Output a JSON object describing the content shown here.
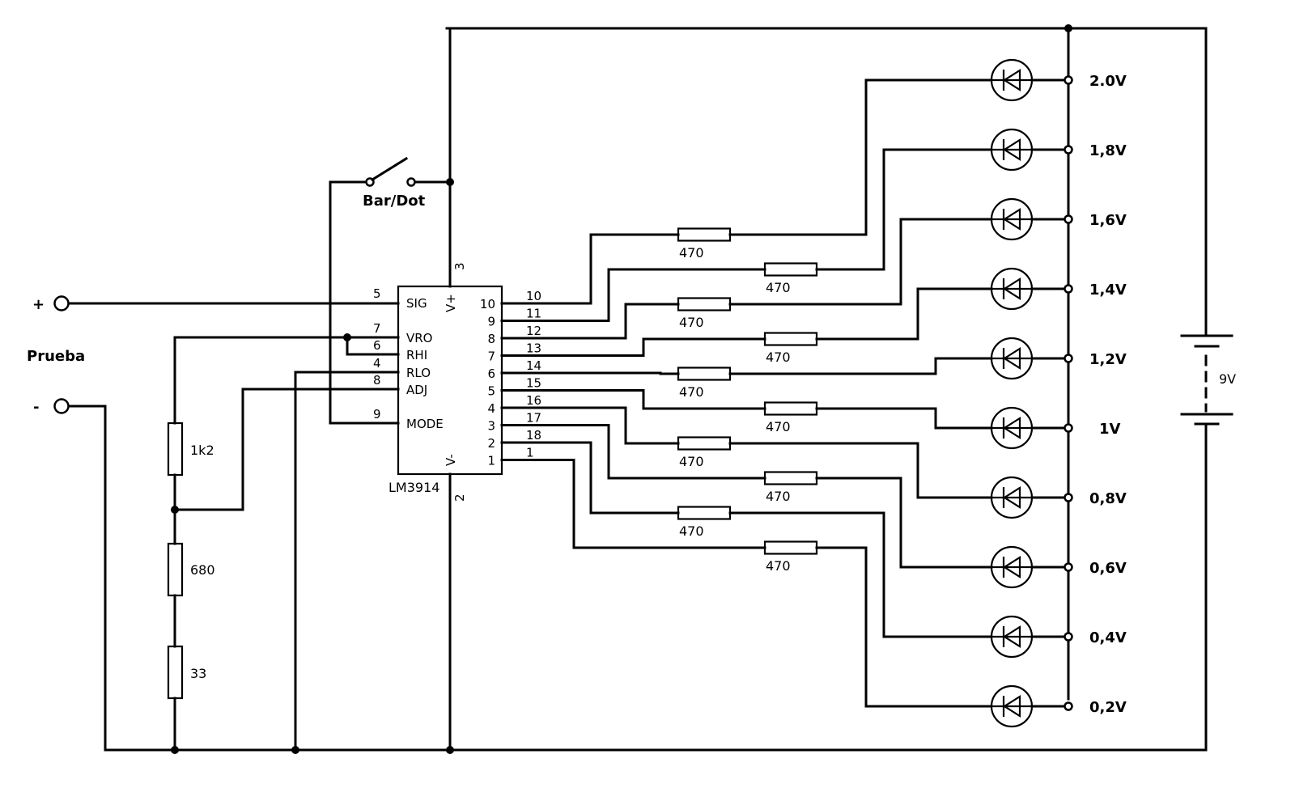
{
  "title": "",
  "ic": {
    "name": "LM3914",
    "left_pins": [
      {
        "num": "5",
        "label": "SIG"
      },
      {
        "num": "7",
        "label": "VRO"
      },
      {
        "num": "6",
        "label": "RHI"
      },
      {
        "num": "4",
        "label": "RLO"
      },
      {
        "num": "8",
        "label": "ADJ"
      },
      {
        "num": "9",
        "label": "MODE"
      }
    ],
    "vplus": {
      "label": "V+",
      "pin": "3"
    },
    "vminus": {
      "label": "V-",
      "pin": "2"
    },
    "inner_out_numbers": [
      "10",
      "9",
      "8",
      "7",
      "6",
      "5",
      "4",
      "3",
      "2",
      "1"
    ],
    "outer_pin_numbers": [
      "10",
      "11",
      "12",
      "13",
      "14",
      "15",
      "16",
      "17",
      "18",
      "1"
    ]
  },
  "switch_label": "Bar/Dot",
  "probe": {
    "plus": "+",
    "minus": "-",
    "label": "Prueba"
  },
  "divider_resistors": [
    "1k2",
    "680",
    "33"
  ],
  "led_resistors": [
    "470",
    "470",
    "470",
    "470",
    "470",
    "470",
    "470",
    "470",
    "470",
    "470"
  ],
  "led_voltages": [
    "2.0V",
    "1,8V",
    "1,6V",
    "1,4V",
    "1,2V",
    "1V",
    "0,8V",
    "0,6V",
    "0,4V",
    "0,2V"
  ],
  "battery": "9V"
}
